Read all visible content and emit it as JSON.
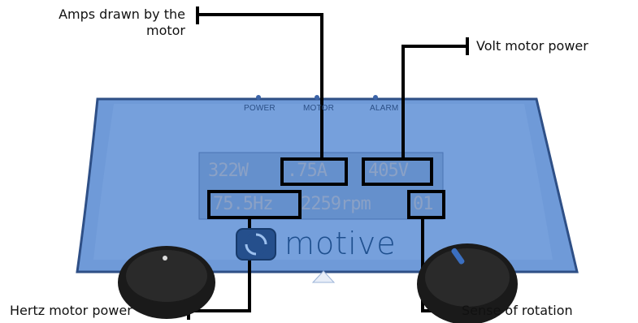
{
  "callouts": {
    "amps": {
      "line1": "Amps drawn by the",
      "line2": "motor"
    },
    "volt": "Volt motor power",
    "hertz": "Hertz motor power",
    "rotation": "Sense of rotation"
  },
  "device": {
    "led_labels": {
      "power": "POWER",
      "motor": "MOTOR",
      "alarm": "ALARM"
    },
    "display": {
      "watts": "322W",
      "amps": ".75A",
      "volts": "405V",
      "hertz": "75.5Hz",
      "rpm": "2259rpm",
      "rotation": "01"
    },
    "brand": "motive"
  },
  "colors": {
    "panel": "#6f9ad8",
    "panel_dark": "#3a5e9a",
    "display_bg": "#5f89c8",
    "callout_line": "#000000",
    "knob": "#1a1a1a"
  }
}
